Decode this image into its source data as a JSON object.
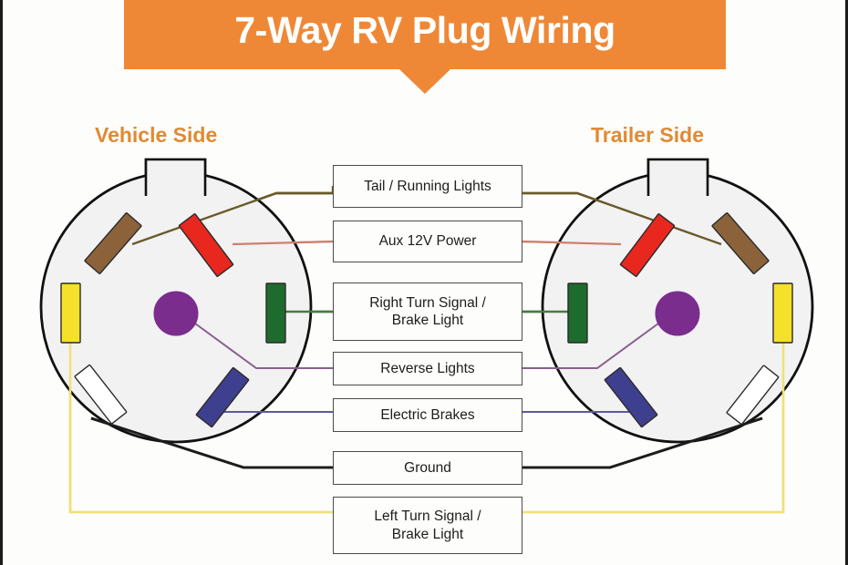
{
  "title": {
    "text": "7-Way RV Plug Wiring",
    "banner_color": "#ef8836",
    "text_color": "#ffffff"
  },
  "headings": {
    "vehicle": "Vehicle Side",
    "trailer": "Trailer Side",
    "color": "#e08a32"
  },
  "circuits": [
    {
      "id": "tail-running-lights",
      "label": "Tail / Running Lights",
      "pin_color": "#8b6239",
      "pin_name": "brown-pin",
      "wire_color": "#6b5a2a",
      "position": "upper-left-diagonal"
    },
    {
      "id": "aux-12v-power",
      "label": "Aux 12V Power",
      "pin_color": "#e8271f",
      "pin_name": "red-pin",
      "wire_color": "#cf7f6e",
      "position": "upper-right-diagonal"
    },
    {
      "id": "right-turn-signal-brake-light",
      "label": "Right Turn Signal / Brake Light",
      "label_line1": "Right Turn Signal /",
      "label_line2": "Brake Light",
      "pin_color": "#1e6b2e",
      "pin_name": "green-pin",
      "wire_color": "#4a7a45",
      "position": "right-vertical"
    },
    {
      "id": "reverse-lights",
      "label": "Reverse Lights",
      "pin_color": "#7b2d8e",
      "pin_name": "purple-center-pin",
      "wire_color": "#8a5f8e",
      "position": "center-circle"
    },
    {
      "id": "electric-brakes",
      "label": "Electric Brakes",
      "pin_color": "#3f3f8f",
      "pin_name": "blue-pin",
      "wire_color": "#5a5a9e",
      "position": "lower-right-diagonal"
    },
    {
      "id": "ground",
      "label": "Ground",
      "pin_color": "#ffffff",
      "pin_name": "white-pin",
      "wire_color": "#1c1c1c",
      "position": "lower-left-diagonal"
    },
    {
      "id": "left-turn-signal-brake-light",
      "label": "Left Turn Signal / Brake Light",
      "label_line1": "Left Turn Signal /",
      "label_line2": "Brake Light",
      "pin_color": "#f5e12a",
      "pin_name": "yellow-pin",
      "wire_color": "#f0e07a",
      "position": "left-vertical"
    }
  ],
  "connector": {
    "body_color": "#f2f2f2",
    "outline_color": "#111111",
    "key_tab_name": "connector-key-tab"
  }
}
